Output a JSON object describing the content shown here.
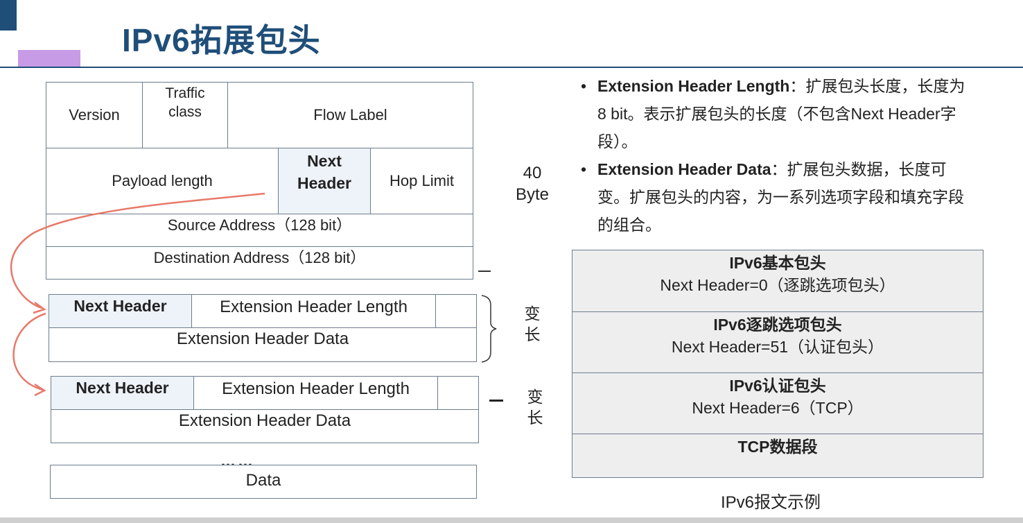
{
  "title": "IPv6拓展包头",
  "ipv6_header": {
    "version": "Version",
    "traffic_class": "Traffic\nclass",
    "flow_label": "Flow Label",
    "payload_length": "Payload length",
    "next_header": "Next\nHeader",
    "hop_limit": "Hop Limit",
    "source_address": "Source Address（128 bit）",
    "destination_address": "Destination Address（128 bit）",
    "size_label": "40\nByte"
  },
  "ext_header_1": {
    "next_header": "Next Header",
    "length": "Extension Header Length",
    "data": "Extension Header Data",
    "size_label": "变\n长"
  },
  "ext_header_2": {
    "next_header": "Next Header",
    "length": "Extension Header Length",
    "data": "Extension Header Data",
    "size_label": "变\n长"
  },
  "ellipsis": "……",
  "data_block": "Data",
  "bullets": [
    {
      "term": "Extension Header Length",
      "desc": "：扩展包头长度，长度为8 bit。表示扩展包头的长度（不包含Next Header字段）。"
    },
    {
      "term": "Extension Header Data",
      "desc": "：扩展包头数据，长度可变。扩展包头的内容，为一系列选项字段和填充字段的组合。"
    }
  ],
  "example_chain": [
    {
      "title": "IPv6基本包头",
      "detail": "Next Header=0（逐跳选项包头）"
    },
    {
      "title": "IPv6逐跳选项包头",
      "detail": "Next Header=51（认证包头）"
    },
    {
      "title": "IPv6认证包头",
      "detail": "Next Header=6（TCP）"
    },
    {
      "title": "TCP数据段",
      "detail": ""
    }
  ],
  "example_caption": "IPv6报文示例",
  "colors": {
    "title": "#1f4e79",
    "accent_bar": "#c79be6",
    "arrow": "#e8796a",
    "cell_border": "#6d7c8c",
    "highlight": "#eef3fa"
  }
}
